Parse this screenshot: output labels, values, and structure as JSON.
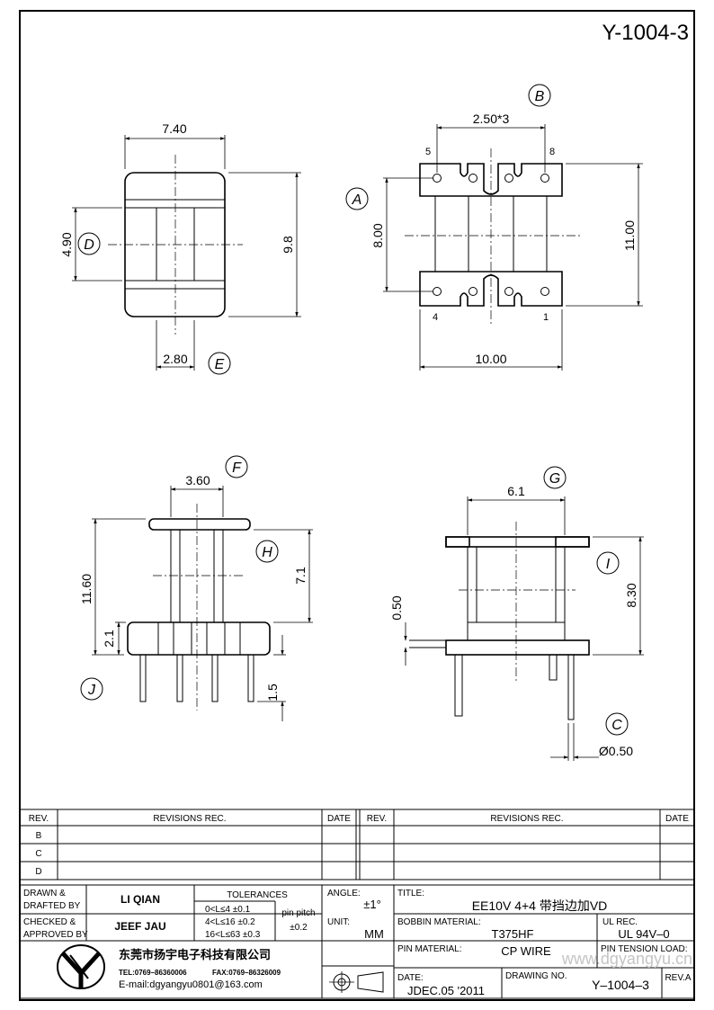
{
  "drawing_number_top": "Y-1004-3",
  "watermark": "www.dgyangyu.cn",
  "views": {
    "top_left": {
      "width": "7.40",
      "height": "9.8",
      "window": "4.90",
      "window_tag": "D",
      "core": "2.80",
      "core_tag": "E"
    },
    "top_right": {
      "tag_a": "A",
      "tag_b": "B",
      "pitch": "2.50*3",
      "pin_5": "5",
      "pin_8": "8",
      "pin_4": "4",
      "pin_1": "1",
      "inner": "8.00",
      "outer": "11.00",
      "width": "10.00"
    },
    "bottom_left": {
      "tag_f": "F",
      "flange": "3.60",
      "tag_h": "H",
      "winding": "7.1",
      "height": "11.60",
      "base": "2.1",
      "pin_len": "1.5",
      "tag_j": "J"
    },
    "bottom_right": {
      "tag_g": "G",
      "width": "6.1",
      "tag_i": "I",
      "height": "8.30",
      "offset": "0.50",
      "tag_c": "C",
      "pin_dia": "Ø0.50"
    }
  },
  "revisions": {
    "header": {
      "rev": "REV.",
      "revisions": "REVISIONS   REC.",
      "date": "DATE"
    },
    "rows": [
      "B",
      "C",
      "D"
    ]
  },
  "title_block": {
    "drawn_label_1": "DRAWN  &",
    "drawn_label_2": "DRAFTED  BY",
    "drawn_by": "LI QIAN",
    "checked_label_1": "CHECKED  &",
    "checked_label_2": "APPROVED  BY",
    "checked_by": "JEEF JAU",
    "tolerances_label": "TOLERANCES",
    "tol_1": "0<L≤4   ±0.1",
    "tol_2": "4<L≤16  ±0.2",
    "tol_3": "16<L≤63  ±0.3",
    "pin_pitch_label": "pin  pitch",
    "pin_pitch_tol": "±0.2",
    "angle_label": "ANGLE:",
    "angle_value": "±1°",
    "unit_label": "UNIT:",
    "unit_value": "MM",
    "title_label": "TITLE:",
    "title_value": "EE10V 4+4 带挡边加VD",
    "bobbin_label": "BOBBIN  MATERIAL:",
    "bobbin_value": "T375HF",
    "ul_label": "UL  REC.",
    "ul_value": "UL  94V–0",
    "pin_material_label": "PIN  MATERIAL:",
    "pin_material_value": "CP  WIRE",
    "pin_tension_label": "PIN  TENSION  LOAD:",
    "date_label": "DATE:",
    "date_value": "JDEC.05  '2011",
    "drawing_no_label": "DRAWING  NO.",
    "drawing_no_value": "Y–1004–3",
    "rev_a_label": "REV.A",
    "company_name": "东莞市扬宇电子科技有限公司",
    "tel": "TEL:0769–86360006",
    "fax": "FAX:0769–86326009",
    "email": "E-mail:dgyangyu0801@163.com"
  }
}
